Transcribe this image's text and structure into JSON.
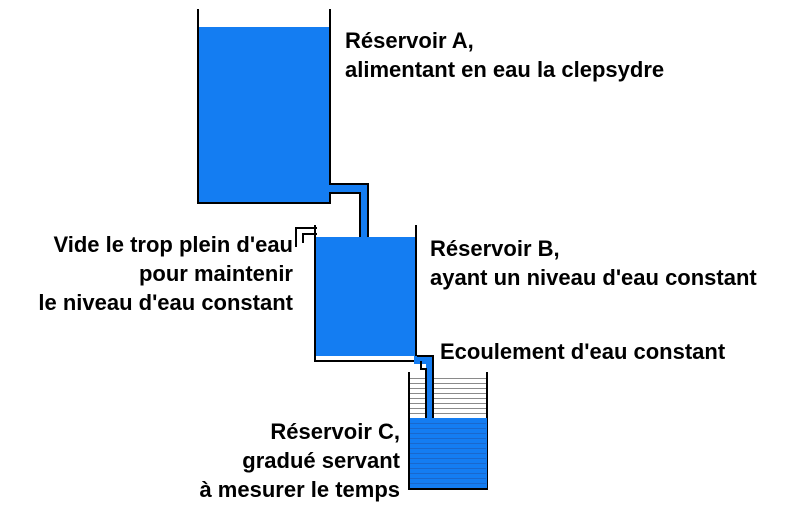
{
  "diagram": {
    "colors": {
      "water": "#147df2",
      "outline": "#000000",
      "graduation_empty": "#8a8a8a",
      "graduation_water": "#1a68cc",
      "background": "#ffffff"
    },
    "reservoir_c_graduations": {
      "above_water_count": 8,
      "in_water_count": 13
    }
  },
  "labels": {
    "reservoir_a": {
      "lines": [
        "Réservoir A,",
        "alimentant en eau la clepsydre"
      ]
    },
    "overflow": {
      "lines": [
        "Vide le trop plein d'eau",
        "pour maintenir",
        "le niveau d'eau constant"
      ]
    },
    "reservoir_b": {
      "lines": [
        "Réservoir B,",
        "ayant un niveau d'eau constant"
      ]
    },
    "flow": {
      "lines": [
        "Ecoulement d'eau constant"
      ]
    },
    "reservoir_c": {
      "lines": [
        "Réservoir C,",
        "gradué servant",
        "à mesurer le temps"
      ]
    }
  }
}
